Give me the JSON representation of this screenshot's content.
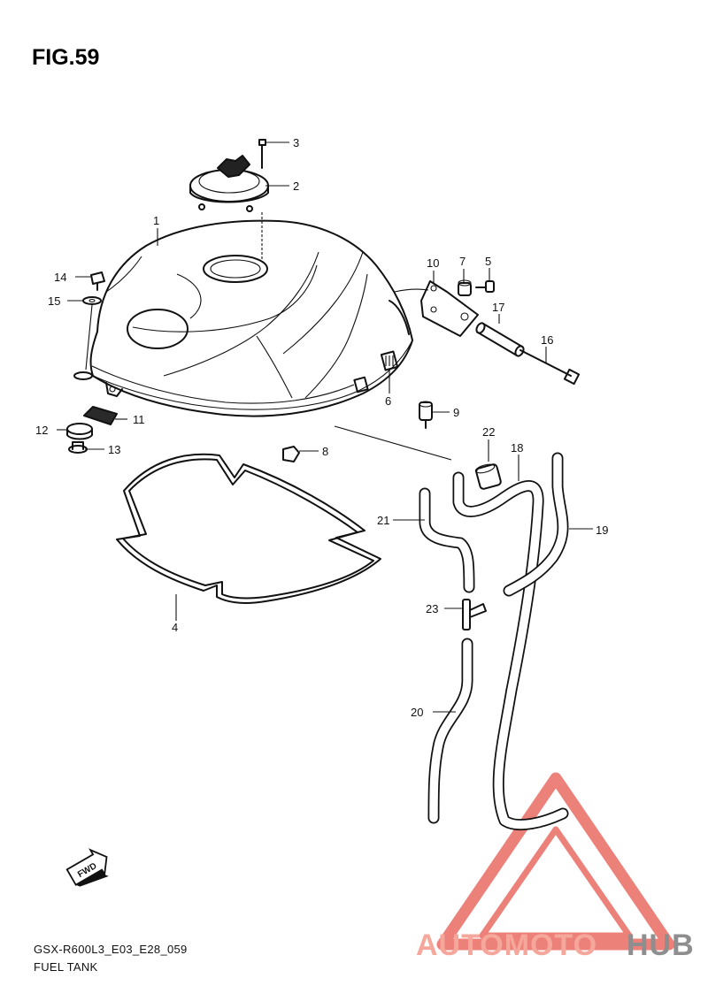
{
  "figure": {
    "title": "FIG.59",
    "code": "GSX-R600L3_E03_E28_059",
    "name": "FUEL TANK"
  },
  "callouts": [
    "1",
    "2",
    "3",
    "4",
    "5",
    "6",
    "7",
    "8",
    "9",
    "10",
    "11",
    "12",
    "13",
    "14",
    "15",
    "16",
    "17",
    "18",
    "19",
    "20",
    "21",
    "22",
    "23"
  ],
  "fwd_label": "FWD",
  "watermark": {
    "part1": "AUTOMOTO",
    "part2": "HUB",
    "color1": "#f4a79a",
    "color2": "#8e8e8e",
    "triangle_color": "#e8625a"
  },
  "colors": {
    "line": "#111111",
    "background": "#ffffff"
  }
}
